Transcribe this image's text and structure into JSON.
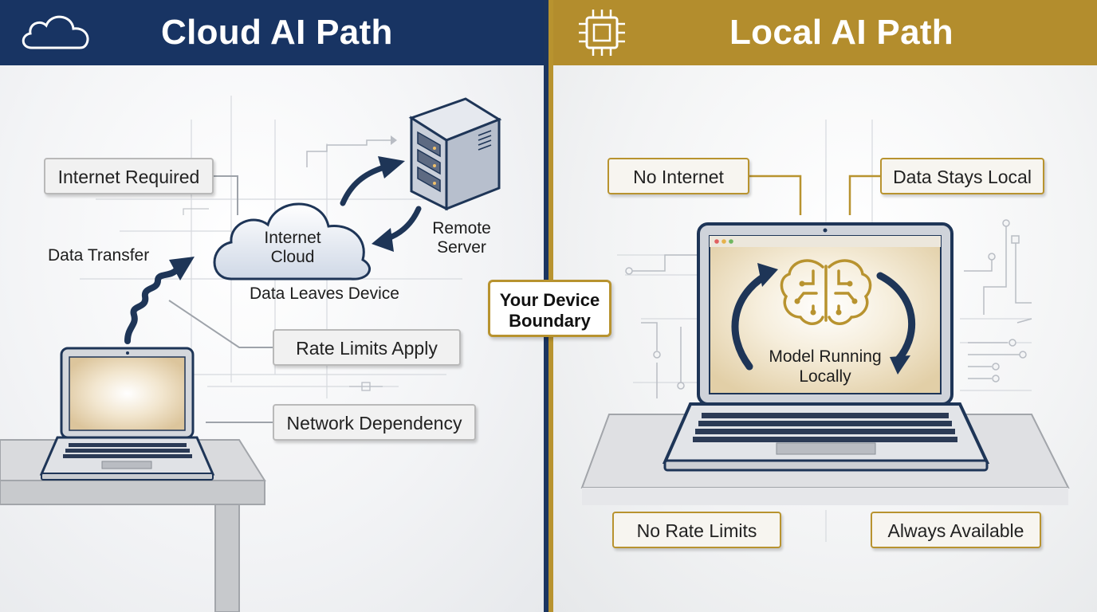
{
  "cloud": {
    "header_title": "Cloud AI Path",
    "header_icon": "cloud-icon",
    "labels": {
      "internet_required": "Internet Required",
      "data_transfer": "Data Transfer",
      "internet_cloud_line1": "Internet",
      "internet_cloud_line2": "Cloud",
      "data_leaves_device": "Data Leaves Device",
      "remote_server_line1": "Remote",
      "remote_server_line2": "Server",
      "rate_limits_apply": "Rate Limits Apply",
      "network_dependency": "Network Dependency"
    }
  },
  "local": {
    "header_title": "Local AI Path",
    "header_icon": "chip-icon",
    "labels": {
      "no_internet": "No Internet",
      "data_stays_local": "Data Stays Local",
      "model_running_line1": "Model Running",
      "model_running_line2": "Locally",
      "no_rate_limits": "No Rate Limits",
      "always_available": "Always Available"
    }
  },
  "boundary": {
    "line1": "Your Device",
    "line2": "Boundary"
  },
  "colors": {
    "navy": "#183463",
    "gold": "#b38d2d"
  }
}
